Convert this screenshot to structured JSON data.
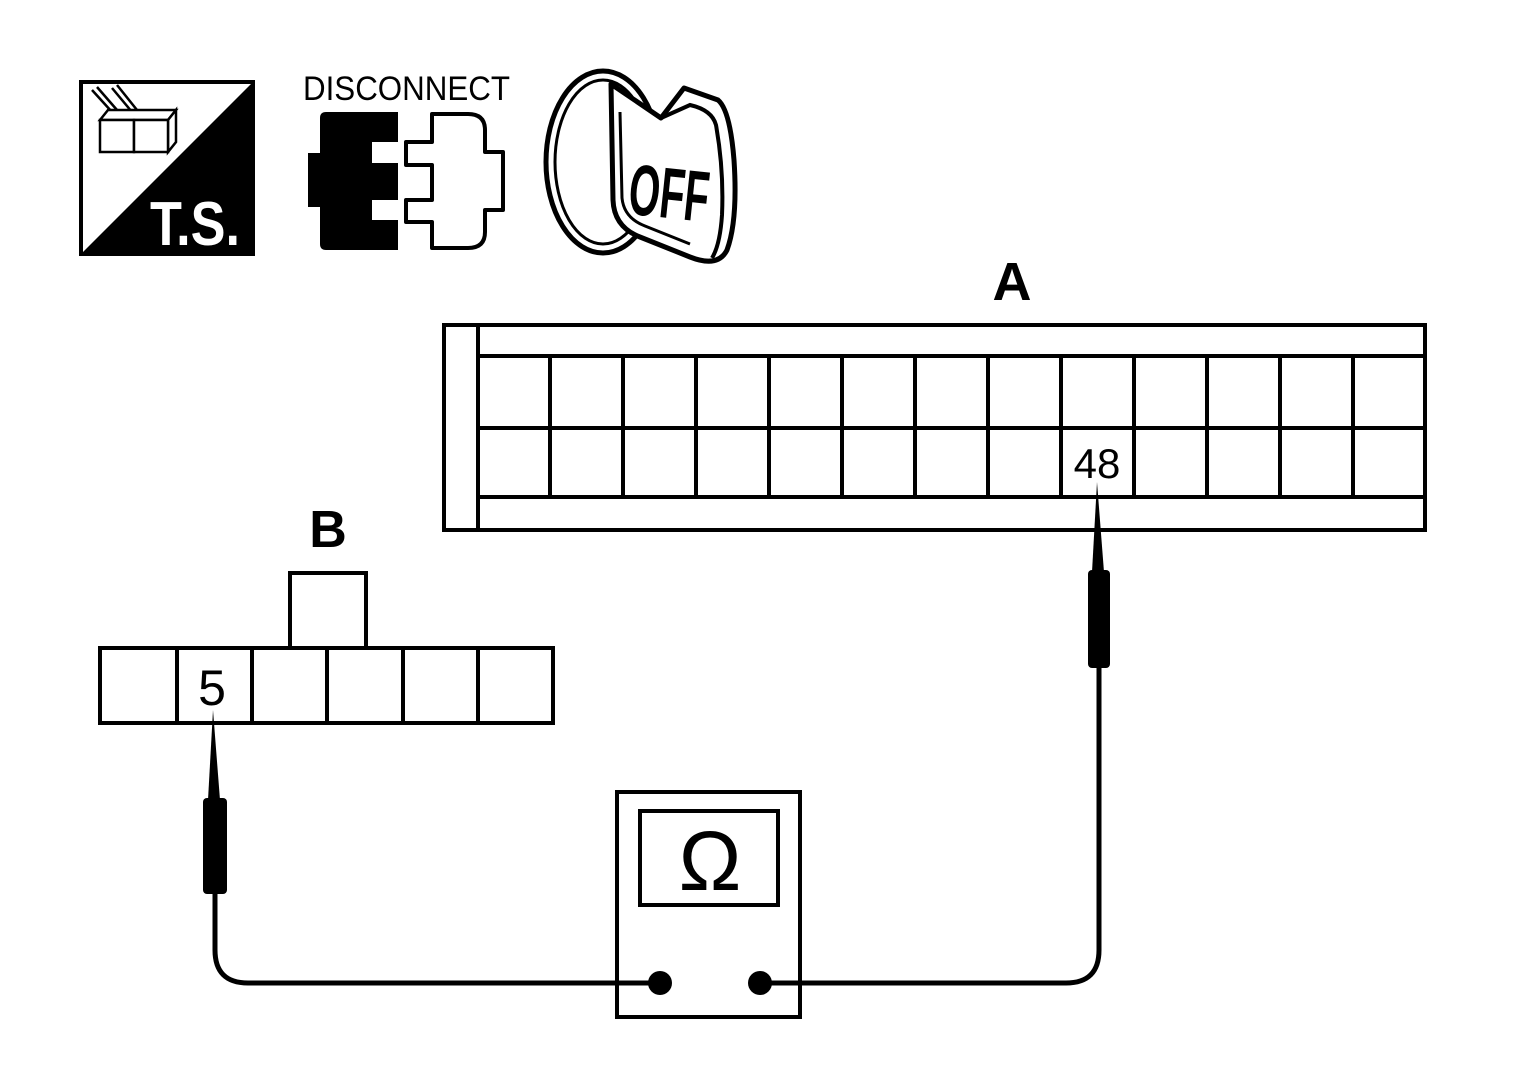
{
  "icons": {
    "test_symbol_icon": "tester-connector-icon",
    "test_symbol_text": "T.S.",
    "disconnect_icon": "disconnect-connector-icon",
    "disconnect_text": "DISCONNECT",
    "ignition_icon": "ignition-key-icon",
    "ignition_text": "OFF"
  },
  "connector_a": {
    "label": "A",
    "terminal": "48"
  },
  "connector_b": {
    "label": "B",
    "terminal": "5"
  },
  "meter": {
    "icon": "ohmmeter-icon",
    "symbol": "Ω"
  },
  "colors": {
    "ink": "#000000",
    "paper": "#ffffff"
  }
}
